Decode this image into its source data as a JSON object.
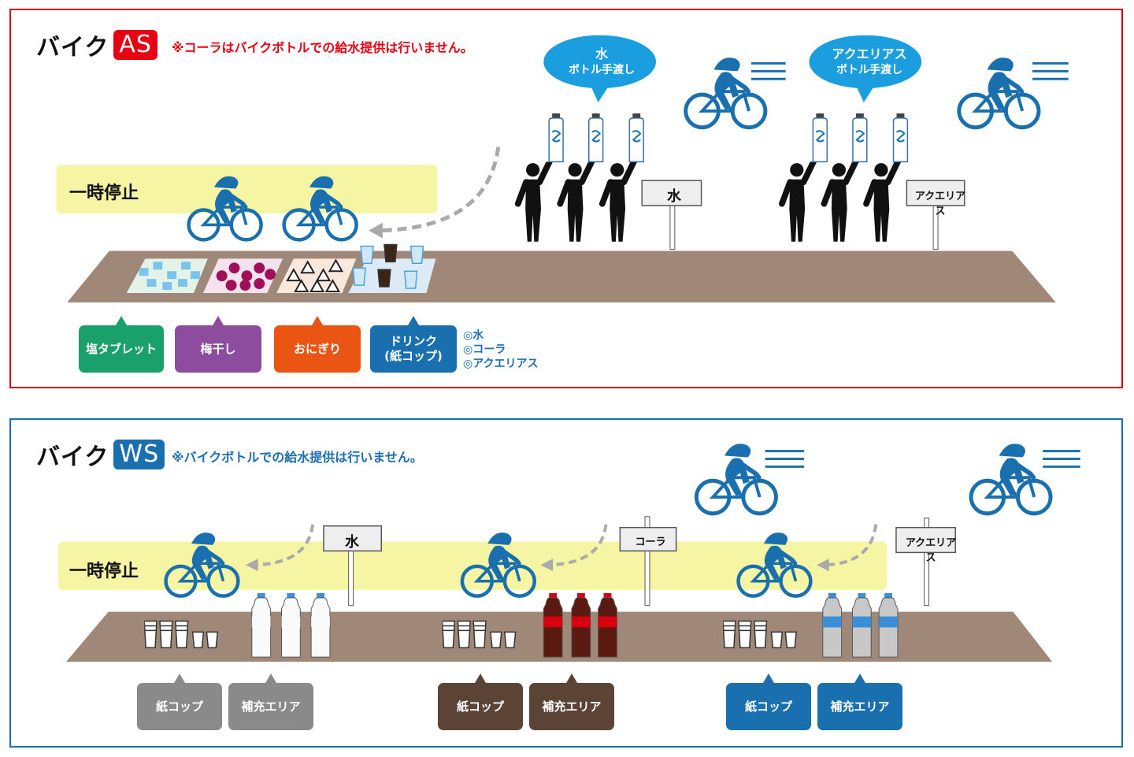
{
  "panel_as": {
    "title": "バイク",
    "badge": "AS",
    "note": "※コーラはバイクボトルでの給水提供は行いません。",
    "stop_label": "一時停止",
    "bubble_water": {
      "line1": "水",
      "line2": "ボトル手渡し"
    },
    "bubble_aquarius": {
      "line1": "アクエリアス",
      "line2": "ボトル手渡し"
    },
    "sign_water": "水",
    "sign_aquarius": "アクエリアス",
    "callouts": [
      {
        "label": "塩タブレット",
        "color": "#1aa06a"
      },
      {
        "label": "梅干し",
        "color": "#8e4c9e"
      },
      {
        "label": "おにぎり",
        "color": "#ea5514"
      },
      {
        "label_line1": "ドリンク",
        "label_line2": "(紙コップ)",
        "color": "#1a6fae"
      }
    ],
    "drinks": [
      "◎水",
      "◎コーラ",
      "◎アクエリアス"
    ]
  },
  "panel_ws": {
    "title": "バイク",
    "badge": "WS",
    "note": "※バイクボトルでの給水提供は行いません。",
    "stop_label": "一時停止",
    "signs": [
      "水",
      "コーラ",
      "アクエリアス"
    ],
    "stations": [
      {
        "cup_label": "紙コップ",
        "refill_label": "補充エリア",
        "color": "#8a8a8a"
      },
      {
        "cup_label": "紙コップ",
        "refill_label": "補充エリア",
        "color": "#5b4336"
      },
      {
        "cup_label": "紙コップ",
        "refill_label": "補充エリア",
        "color": "#1a6fae"
      }
    ]
  },
  "colors": {
    "as_border": "#d7000f",
    "ws_border": "#1a6fae",
    "road": "#a08878",
    "stop_band": "#f5f5a3",
    "rider": "#1a6fae",
    "bubble": "#1a9ee0"
  }
}
